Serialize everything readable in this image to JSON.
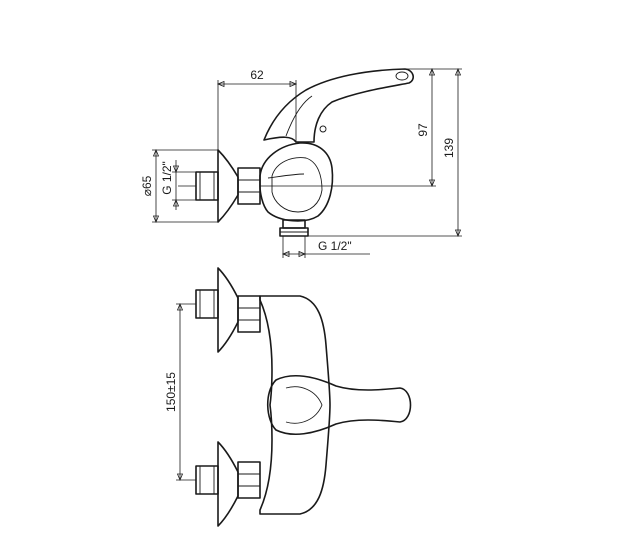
{
  "side_view": {
    "dim_spout_reach": "62",
    "dim_outlet_height": "97",
    "dim_total_height": "139",
    "dim_flange": "⌀65",
    "dim_inlet_thread": "G 1/2\"",
    "dim_outlet_thread": "G 1/2\""
  },
  "top_view": {
    "dim_centers": "150±15"
  }
}
